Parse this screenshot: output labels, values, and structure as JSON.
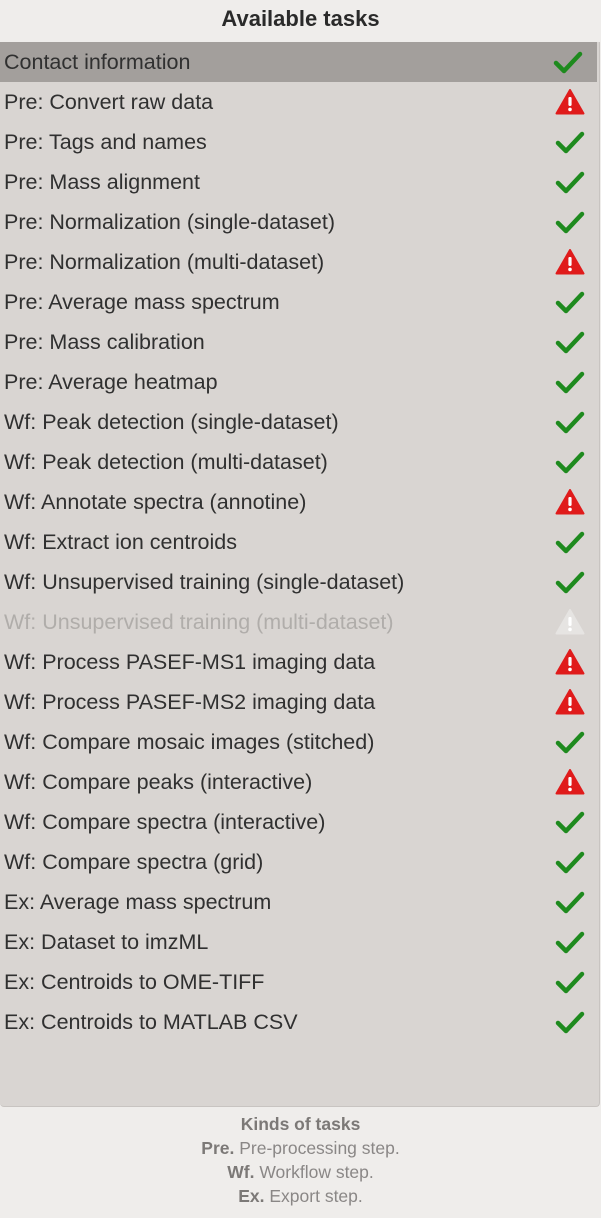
{
  "title": "Available tasks",
  "tasks": [
    {
      "label": "Contact information",
      "status": "ok",
      "selected": true
    },
    {
      "label": "Pre: Convert raw data",
      "status": "warning"
    },
    {
      "label": "Pre: Tags and names",
      "status": "ok"
    },
    {
      "label": "Pre: Mass alignment",
      "status": "ok"
    },
    {
      "label": "Pre: Normalization (single-dataset)",
      "status": "ok"
    },
    {
      "label": "Pre: Normalization (multi-dataset)",
      "status": "warning"
    },
    {
      "label": "Pre: Average mass spectrum",
      "status": "ok"
    },
    {
      "label": "Pre: Mass calibration",
      "status": "ok"
    },
    {
      "label": "Pre: Average heatmap",
      "status": "ok"
    },
    {
      "label": "Wf: Peak detection (single-dataset)",
      "status": "ok"
    },
    {
      "label": "Wf: Peak detection (multi-dataset)",
      "status": "ok"
    },
    {
      "label": "Wf: Annotate spectra (annotine)",
      "status": "warning"
    },
    {
      "label": "Wf: Extract ion centroids",
      "status": "ok"
    },
    {
      "label": "Wf: Unsupervised training (single-dataset)",
      "status": "ok"
    },
    {
      "label": "Wf: Unsupervised training (multi-dataset)",
      "status": "warning",
      "disabled": true
    },
    {
      "label": "Wf: Process PASEF-MS1 imaging data",
      "status": "warning"
    },
    {
      "label": "Wf: Process PASEF-MS2 imaging data",
      "status": "warning"
    },
    {
      "label": "Wf: Compare mosaic images (stitched)",
      "status": "ok"
    },
    {
      "label": "Wf: Compare peaks (interactive)",
      "status": "warning"
    },
    {
      "label": "Wf: Compare spectra (interactive)",
      "status": "ok"
    },
    {
      "label": "Wf: Compare spectra (grid)",
      "status": "ok"
    },
    {
      "label": "Ex: Average mass spectrum",
      "status": "ok"
    },
    {
      "label": "Ex: Dataset to imzML",
      "status": "ok"
    },
    {
      "label": "Ex: Centroids to OME-TIFF",
      "status": "ok"
    },
    {
      "label": "Ex: Centroids to MATLAB CSV",
      "status": "ok"
    }
  ],
  "legend": {
    "heading": "Kinds of tasks",
    "pre_key": "Pre.",
    "pre_text": "Pre-processing step.",
    "wf_key": "Wf.",
    "wf_text": "Workflow step.",
    "ex_key": "Ex.",
    "ex_text": "Export step."
  },
  "colors": {
    "ok": "#1e8a1e",
    "warning": "#e01b1b",
    "disabled_warning": "#e6e4e2"
  },
  "icons": {
    "ok": "checkmark-icon",
    "warning": "warning-triangle-icon"
  }
}
